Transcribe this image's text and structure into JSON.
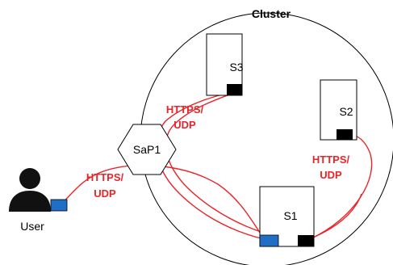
{
  "diagram": {
    "cluster_label": "Cluster",
    "servers": {
      "s1": "S1",
      "s2": "S2",
      "s3": "S3"
    },
    "proxy_label": "SaP1",
    "user_label": "User",
    "protocol_labels": {
      "user_to_proxy": {
        "line1": "HTTPS/",
        "line2": "UDP"
      },
      "proxy_to_s3": {
        "line1": "HTTPS/",
        "line2": "UDP"
      },
      "s1_to_s2": {
        "line1": "HTTPS/",
        "line2": "UDP"
      }
    }
  },
  "colors": {
    "link": "#e8262a",
    "port_blue": "#1f6fc7",
    "port_black": "#000000",
    "outline": "#000000",
    "background": "#ffffff"
  },
  "icons": {
    "user": "user-silhouette-icon"
  }
}
